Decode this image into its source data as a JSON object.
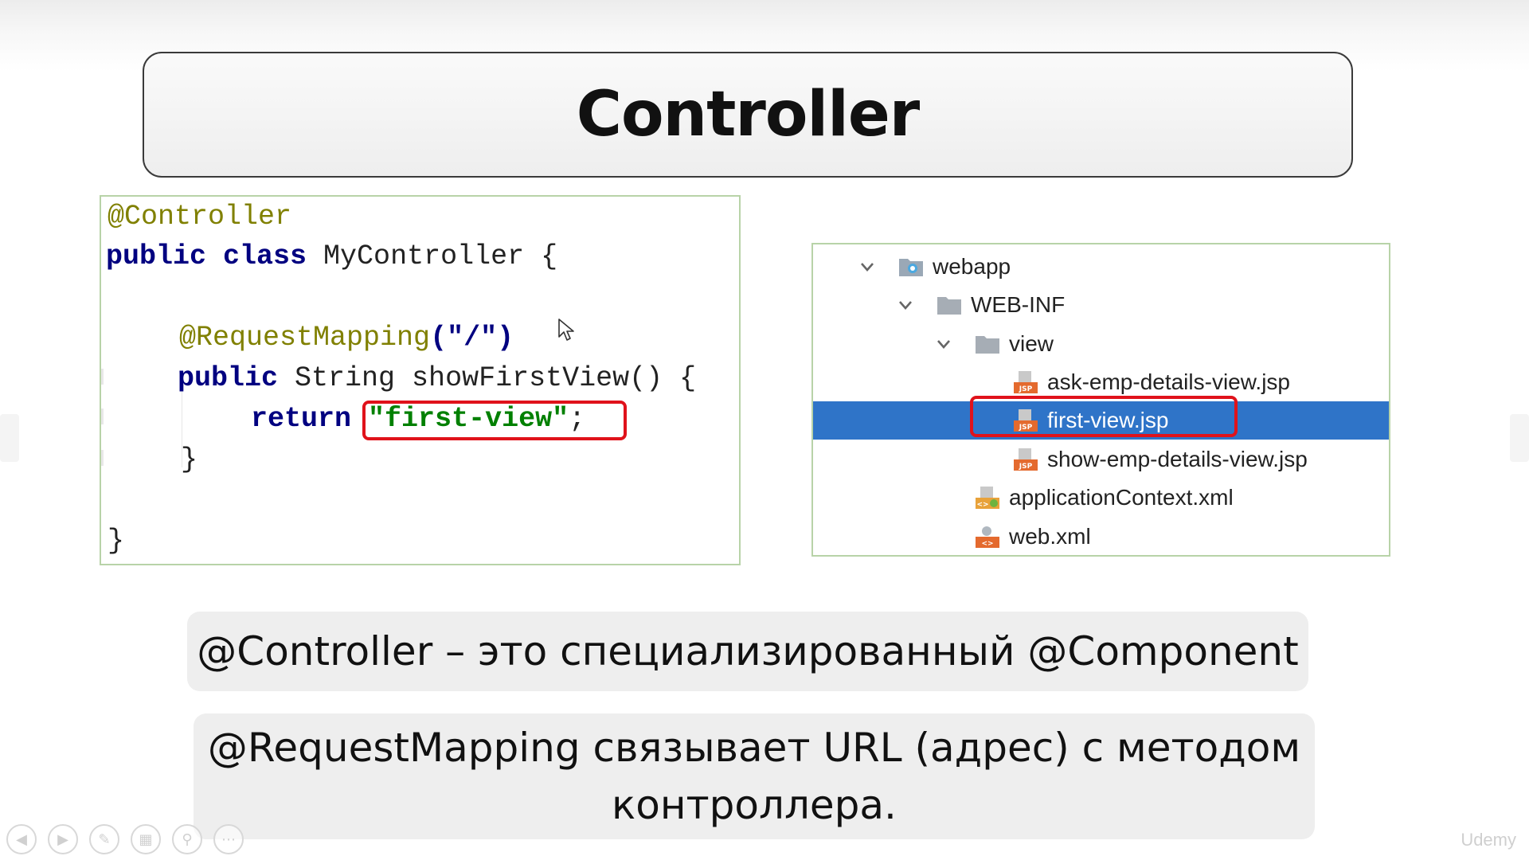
{
  "slide": {
    "title": "Controller"
  },
  "code": {
    "line1": "@Controller",
    "line2_kw": "public class",
    "line2_rest": " MyController {",
    "line3_ann": "@RequestMapping",
    "line3_rest": "(\"/\")",
    "line4_kw": "public",
    "line4_rest": " String showFirstView() {",
    "line5_kw": "return",
    "line5_str": "\"first-view\"",
    "line5_end": ";",
    "line6": "}",
    "line7": "}"
  },
  "tree": {
    "items": [
      {
        "label": "webapp",
        "icon": "web-folder-icon",
        "expanded": true,
        "depth": 0
      },
      {
        "label": "WEB-INF",
        "icon": "folder-icon",
        "expanded": true,
        "depth": 1
      },
      {
        "label": "view",
        "icon": "folder-icon",
        "expanded": true,
        "depth": 2
      },
      {
        "label": "ask-emp-details-view.jsp",
        "icon": "jsp-file-icon",
        "depth": 3
      },
      {
        "label": "first-view.jsp",
        "icon": "jsp-file-icon",
        "depth": 3,
        "selected": true
      },
      {
        "label": "show-emp-details-view.jsp",
        "icon": "jsp-file-icon",
        "depth": 3
      },
      {
        "label": "applicationContext.xml",
        "icon": "spring-xml-icon",
        "depth": 2
      },
      {
        "label": "web.xml",
        "icon": "xml-file-icon",
        "depth": 2
      }
    ]
  },
  "captions": {
    "c1": "@Controller – это специализированный @Component",
    "c2_line1": "@RequestMapping связывает URL (адрес) с методом",
    "c2_line2": "контроллера."
  },
  "colors": {
    "keyword": "#000080",
    "annotation": "#808000",
    "string": "#008000",
    "selection": "#2f74c8",
    "highlight": "#e0121b"
  },
  "toolbar": {
    "icons": [
      "prev-icon",
      "next-icon",
      "pen-icon",
      "slides-icon",
      "zoom-icon",
      "more-icon"
    ]
  },
  "watermark": "Udemy"
}
